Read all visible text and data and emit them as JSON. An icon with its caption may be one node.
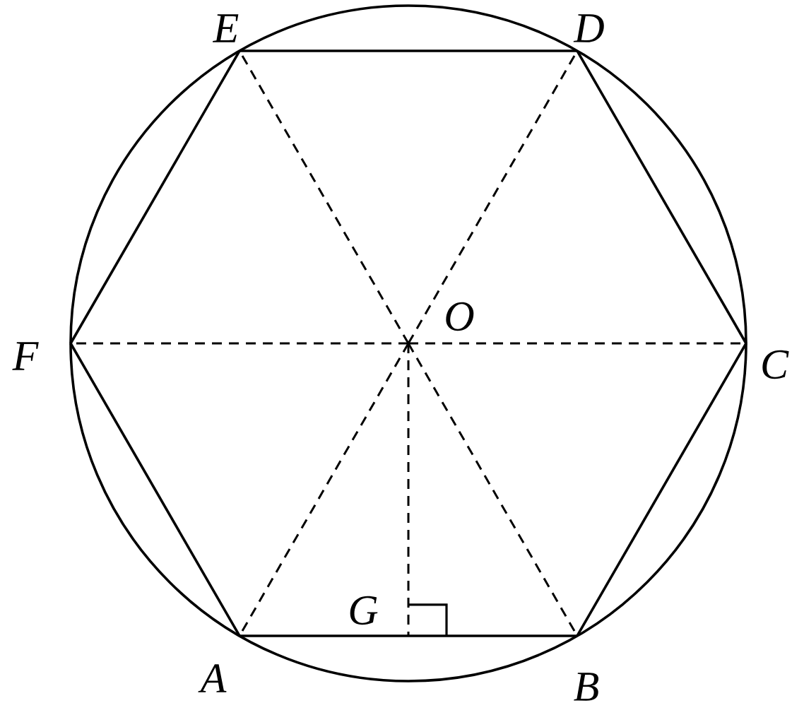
{
  "diagram": {
    "nodes": [
      {
        "text": [
          "E"
        ]
      },
      {
        "text": [
          "D"
        ]
      },
      {
        "text": [
          "F"
        ]
      },
      {
        "text": [
          "O"
        ]
      },
      {
        "text": [
          "C"
        ]
      },
      {
        "text": [
          "G"
        ]
      },
      {
        "text": [
          "A"
        ]
      },
      {
        "text": [
          "B"
        ]
      }
    ],
    "edges": [
      {
        "from": 6,
        "to": 7,
        "arrow": "none"
      },
      {
        "from": 7,
        "to": 4,
        "arrow": "none"
      },
      {
        "from": 4,
        "to": 1,
        "arrow": "none"
      },
      {
        "from": 1,
        "to": 0,
        "arrow": "none"
      },
      {
        "from": 0,
        "to": 2,
        "arrow": "none"
      },
      {
        "from": 2,
        "to": 6,
        "arrow": "none"
      },
      {
        "from": 3,
        "to": 0,
        "arrow": "none",
        "style": "dashed"
      },
      {
        "from": 3,
        "to": 1,
        "arrow": "none",
        "style": "dashed"
      },
      {
        "from": 3,
        "to": 2,
        "arrow": "none",
        "style": "dashed"
      },
      {
        "from": 3,
        "to": 4,
        "arrow": "none",
        "style": "dashed"
      },
      {
        "from": 3,
        "to": 6,
        "arrow": "none",
        "style": "dashed"
      },
      {
        "from": 3,
        "to": 7,
        "arrow": "none",
        "style": "dashed"
      },
      {
        "from": 3,
        "to": 5,
        "arrow": "none",
        "style": "dashed"
      }
    ]
  }
}
